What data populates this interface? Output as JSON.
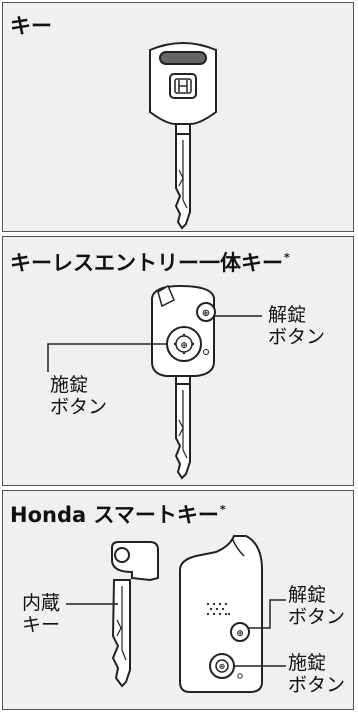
{
  "sections": [
    {
      "id": "key",
      "title": "キー",
      "has_star": false
    },
    {
      "id": "keyless",
      "title": "キーレスエントリー一体キー",
      "has_star": true
    },
    {
      "id": "smart",
      "title": "Honda スマートキー",
      "has_star": true
    }
  ],
  "star": "*",
  "keyless_labels": {
    "unlock": [
      "解錠",
      "ボタン"
    ],
    "lock": [
      "施錠",
      "ボタン"
    ]
  },
  "smart_labels": {
    "built_in_key": [
      "内蔵",
      "キー"
    ],
    "unlock": [
      "解錠",
      "ボタン"
    ],
    "lock": [
      "施錠",
      "ボタン"
    ]
  }
}
